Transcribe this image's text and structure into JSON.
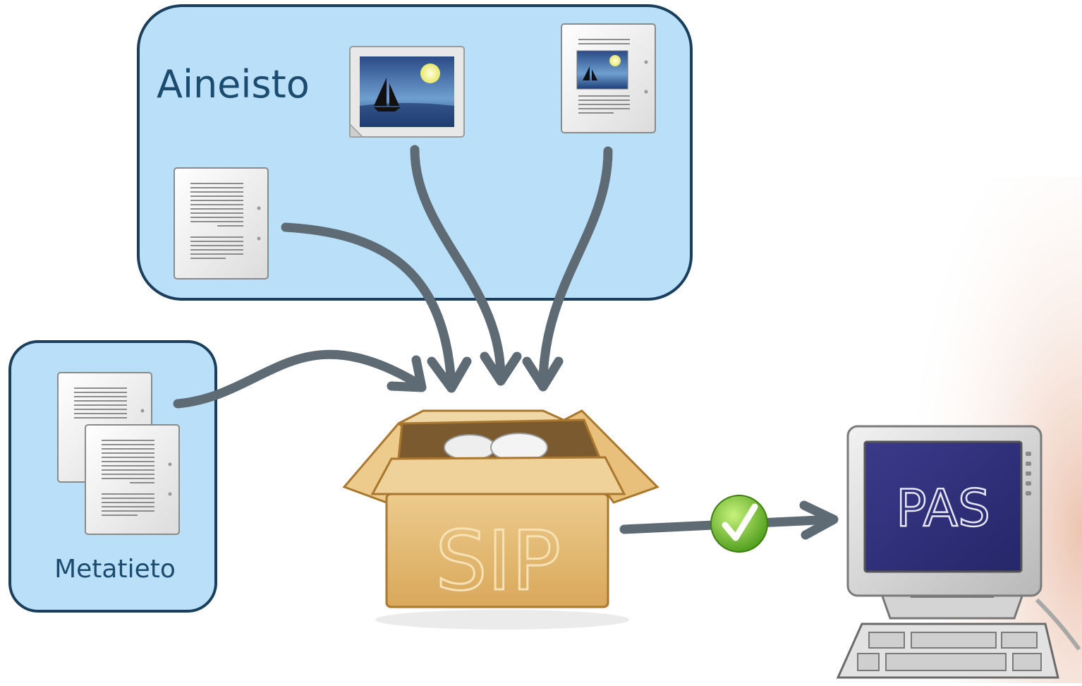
{
  "groups": {
    "aineisto": {
      "label": "Aineisto"
    },
    "metatieto": {
      "label": "Metatieto"
    }
  },
  "package": {
    "label": "SIP"
  },
  "target": {
    "label": "PAS"
  },
  "icons": {
    "text_document": "text-document-icon",
    "image": "image-icon",
    "layout_document": "layout-document-icon",
    "metadata_documents": "metadata-documents-icon",
    "package_box": "package-box-icon",
    "check": "check-icon",
    "computer": "computer-icon"
  },
  "colors": {
    "group_fill": "#b9e0f8",
    "group_stroke": "#1b3e5c",
    "group_text": "#1b4b6f",
    "arrow": "#5e6b74",
    "box": "#e0b873",
    "check": "#6bbf2a",
    "screen": "#2f2f7a"
  }
}
